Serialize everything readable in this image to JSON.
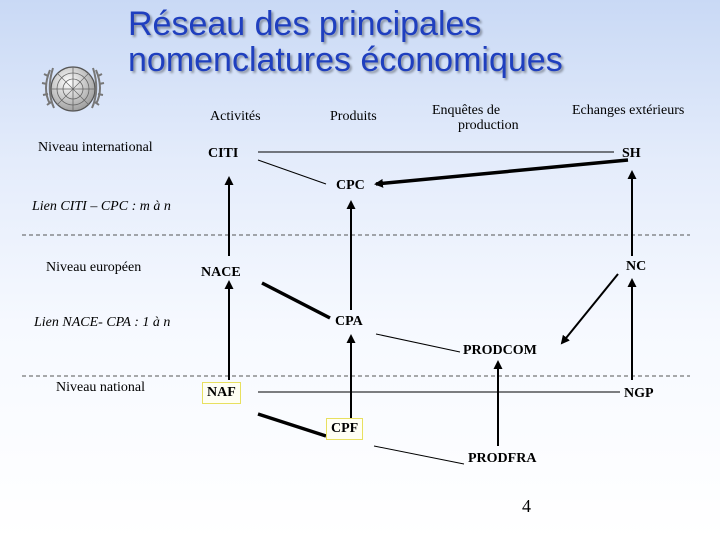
{
  "title": {
    "line1": "Réseau des principales",
    "line2": "nomenclatures économiques"
  },
  "logo": {
    "icon": "un-emblem-icon"
  },
  "columns": {
    "activites": "Activités",
    "produits": "Produits",
    "enquetes_line1": "Enquêtes de",
    "enquetes_line2": "production",
    "echanges": "Echanges  extérieurs"
  },
  "levels": {
    "international": "Niveau international",
    "europeen": "Niveau européen",
    "national": "Niveau national"
  },
  "links": {
    "citi_cpc": "Lien CITI – CPC  : m à n",
    "nace_cpa": "Lien NACE- CPA : 1 à n"
  },
  "nodes": {
    "citi": "CITI",
    "sh": "SH",
    "cpc": "CPC",
    "nace": "NACE",
    "nc": "NC",
    "cpa": "CPA",
    "prodcom": "PRODCOM",
    "naf": "NAF",
    "ngp": "NGP",
    "cpf": "CPF",
    "prodfra": "PRODFRA"
  },
  "page_number": "4"
}
